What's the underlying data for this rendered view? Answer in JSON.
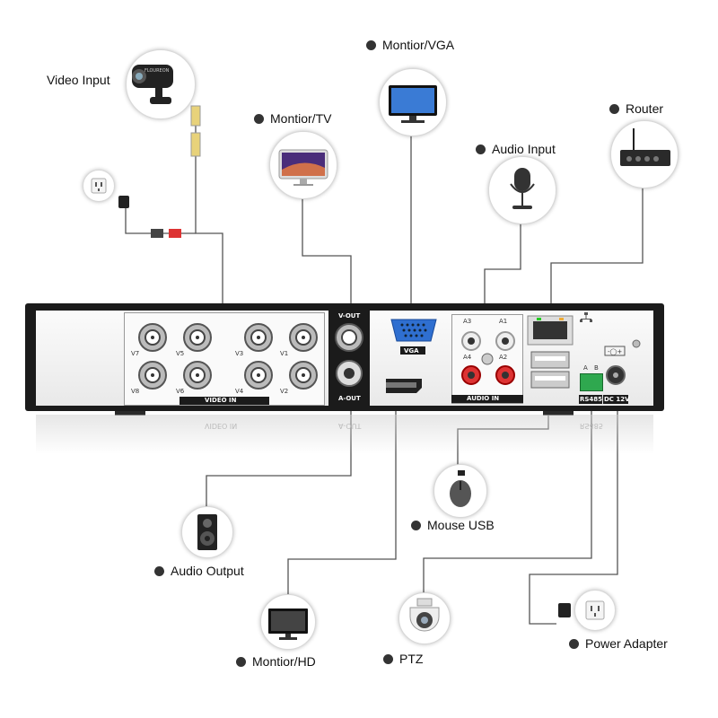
{
  "devices": {
    "video_input": "Video Input",
    "monitor_vga": "Montior/VGA",
    "monitor_tv": "Montior/TV",
    "router": "Router",
    "audio_input": "Audio Input",
    "mouse_usb": "Mouse USB",
    "audio_output": "Audio Output",
    "power_adapter": "Power Adapter",
    "monitor_hd": "Montior/HD",
    "ptz": "PTZ"
  },
  "panel": {
    "video_in": "VIDEO IN",
    "v_out": "V-OUT",
    "a_out": "A-OUT",
    "vga": "VGA",
    "audio_in": "AUDIO IN",
    "rs485": "RS485",
    "dc12v": "DC 12V",
    "terminal_a": "A",
    "terminal_b": "B",
    "channels": [
      "V7",
      "V5",
      "V3",
      "V1",
      "V8",
      "V6",
      "V4",
      "V2"
    ],
    "audio_channels": [
      "A3",
      "A1",
      "A4",
      "A2"
    ],
    "camera_brand": "FLOUREON"
  },
  "colors": {
    "wire": "#555555",
    "dvr_frame": "#1b1b1b",
    "vga_port": "#2f6fd0",
    "terminal": "#2fa84f"
  }
}
